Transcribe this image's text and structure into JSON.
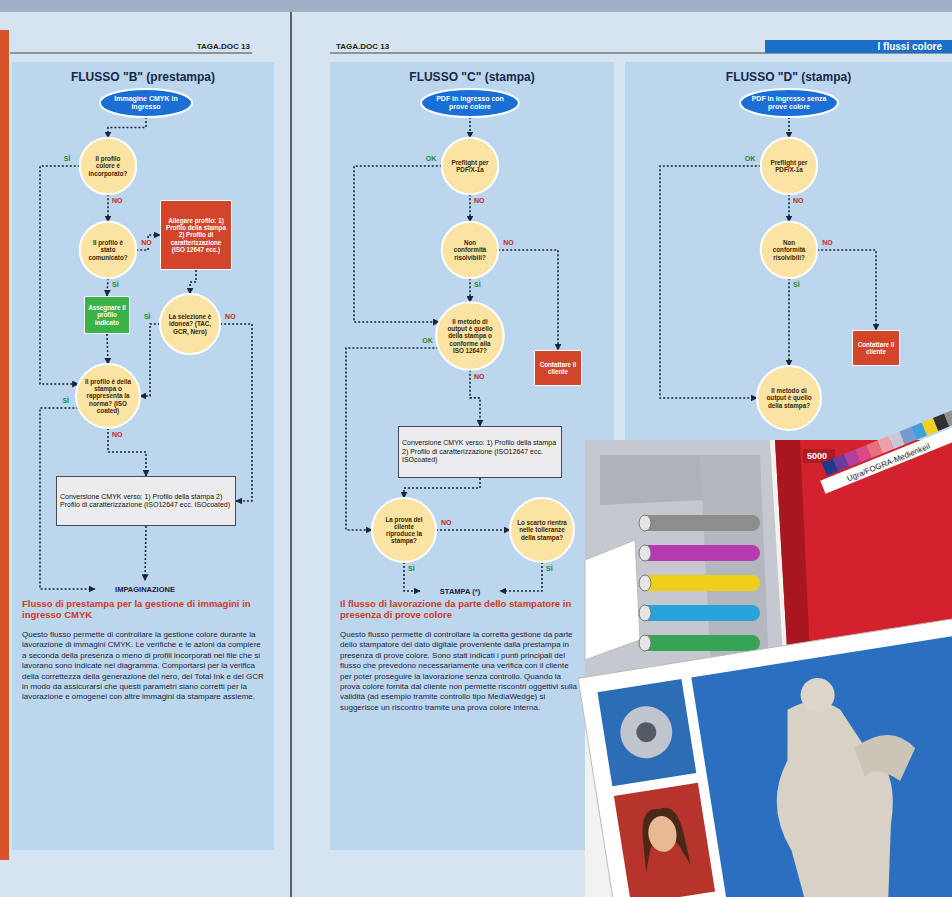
{
  "diagram": {
    "nodes": [
      {
        "text": [
          "I flussi colore"
        ]
      },
      {
        "text": [
          "FLUSSO \"B\" (prestampa)",
          "Flusso di prestampa per la gestione di immagini in ingresso CMYK",
          "Questo flusso permette di controllare la gestione colore durante la lavorazione di immagini CMYK. Le verifiche e le azioni da compiere a seconda della presenza o meno di profili incorporati nei file che si lavorano sono indicate nel diagramma. Comportarsi per la verifica della correttezza della generazione del nero, del Total Ink e del GCR in modo da assicurarsi che questi parametri siano corretti per la lavorazione e omogenei con altre immagini da stampare assieme."
        ]
      },
      {
        "text": [
          "Immagine CMYK in ingresso"
        ],
        "in": 1
      },
      {
        "text": [
          "Il profilo colore è incorporato?"
        ],
        "in": 1
      },
      {
        "text": [
          "Il profilo è stato comunicato?"
        ],
        "in": 1
      },
      {
        "text": [
          "Allegare profilo: 1) Profilo della stampa 2) Profilo di caratterizzazione (ISO 12647 ecc.)"
        ],
        "in": 1
      },
      {
        "text": [
          "Assegnare il profilo indicato"
        ],
        "in": 1
      },
      {
        "text": [
          "La selezione è idonea? (TAC, GCR, Nero)"
        ],
        "in": 1
      },
      {
        "text": [
          "Il profilo è della stampa o rappresenta la norma? (ISO coated)"
        ],
        "in": 1
      },
      {
        "text": [
          "Conversione CMYK verso: 1) Profilo della stampa 2) Profilo di caratterizzazione (ISO12647 ecc. ISOcoated)"
        ],
        "in": 1
      },
      {
        "text": [
          "IMPAGINAZIONE"
        ],
        "in": 1
      },
      {
        "text": [
          "FLUSSO \"C\" (stampa)",
          "Il flusso di lavorazione da parte dello stampatore in presenza di prove colore",
          "Questo flusso permette di controllare la corretta gestione da parte dello stampatore del dato digitale proveniente dalla prestampa in presenza di prove colore. Sono stati indicati i punti principali del flusso che prevedono necessariamente una verifica con il cliente per poter proseguire la lavorazione senza controllo. Quando la prova colore fornita dal cliente non permette riscontri oggettivi sulla validità (ad esempio tramite controllo tipo MediaWedge) si suggerisce un riscontro tramite una prova colore interna."
        ]
      },
      {
        "text": [
          "PDF in ingresso con prove colore"
        ],
        "in": 11
      },
      {
        "text": [
          "Preflight per PDF/X-1a"
        ],
        "in": 11
      },
      {
        "text": [
          "Non conformità risolvibili?"
        ],
        "in": 11
      },
      {
        "text": [
          "Contattare il cliente"
        ],
        "in": 11
      },
      {
        "text": [
          "Il metodo di output è quello della stampa o conforme alla ISO 12647?"
        ],
        "in": 11
      },
      {
        "text": [
          "Conversione CMYK verso: 1) Profilo della stampa 2) Profilo di caratterizzazione (ISO12647 ecc. ISOcoated)"
        ],
        "in": 11
      },
      {
        "text": [
          "La prova del cliente riproduce la stampa?"
        ],
        "in": 11
      },
      {
        "text": [
          "Lo scarto rientra nelle tolleranze della stampa?"
        ],
        "in": 11
      },
      {
        "text": [
          "STAMPA (*)"
        ],
        "in": 11
      },
      {
        "text": [
          "FLUSSO \"D\" (stampa)"
        ]
      },
      {
        "text": [
          "PDF in ingresso senza prove colore"
        ],
        "in": 21
      },
      {
        "text": [
          "Preflight per PDF/X-1a"
        ],
        "in": 21
      },
      {
        "text": [
          "Non conformità risolvibili?"
        ],
        "in": 21
      },
      {
        "text": [
          "Contattare il cliente"
        ],
        "in": 21
      },
      {
        "text": [
          "Il metodo di output è quello della stampa?"
        ],
        "in": 21
      }
    ],
    "edges": [
      {
        "from": 2,
        "to": 3,
        "arrow": "to"
      },
      {
        "from": 3,
        "to": 4,
        "label": "NO",
        "arrow": "to"
      },
      {
        "from": 3,
        "to": 8,
        "label": "SÌ",
        "arrow": "to"
      },
      {
        "from": 4,
        "to": 5,
        "label": "NO",
        "arrow": "to"
      },
      {
        "from": 4,
        "to": 6,
        "label": "SÌ",
        "arrow": "to"
      },
      {
        "from": 5,
        "to": 7,
        "arrow": "to"
      },
      {
        "from": 6,
        "to": 8,
        "arrow": "to"
      },
      {
        "from": 7,
        "to": 8,
        "label": "SÌ",
        "arrow": "to"
      },
      {
        "from": 7,
        "to": 9,
        "label": "NO",
        "arrow": "to"
      },
      {
        "from": 8,
        "to": 9,
        "label": "NO",
        "arrow": "to"
      },
      {
        "from": 8,
        "to": 10,
        "label": "SÌ",
        "arrow": "to"
      },
      {
        "from": 9,
        "to": 10,
        "arrow": "to"
      },
      {
        "from": 12,
        "to": 13,
        "arrow": "to"
      },
      {
        "from": 13,
        "to": 14,
        "label": "NO",
        "arrow": "to"
      },
      {
        "from": 13,
        "to": 16,
        "label": "OK",
        "arrow": "to"
      },
      {
        "from": 14,
        "to": 15,
        "label": "NO",
        "arrow": "to"
      },
      {
        "from": 14,
        "to": 16,
        "label": "SÌ",
        "arrow": "to"
      },
      {
        "from": 16,
        "to": 17,
        "label": "NO",
        "arrow": "to"
      },
      {
        "from": 16,
        "to": 18,
        "label": "OK",
        "arrow": "to"
      },
      {
        "from": 17,
        "to": 18,
        "arrow": "to"
      },
      {
        "from": 18,
        "to": 19,
        "label": "NO",
        "arrow": "to"
      },
      {
        "from": 18,
        "to": 20,
        "label": "SÌ",
        "arrow": "to"
      },
      {
        "from": 19,
        "to": 20,
        "label": "SÌ",
        "arrow": "to"
      },
      {
        "from": 22,
        "to": 23,
        "arrow": "to"
      },
      {
        "from": 23,
        "to": 24,
        "label": "NO",
        "arrow": "to"
      },
      {
        "from": 23,
        "to": 26,
        "label": "OK",
        "arrow": "to"
      },
      {
        "from": 24,
        "to": 25,
        "label": "NO",
        "arrow": "to"
      },
      {
        "from": 24,
        "to": 26,
        "label": "SÌ",
        "arrow": "to"
      }
    ],
    "labels": [
      "TAGA.DOC 13",
      "TAGA.DOC 13",
      "5000",
      "Ugra/FOGRA-Medienkeil"
    ]
  }
}
